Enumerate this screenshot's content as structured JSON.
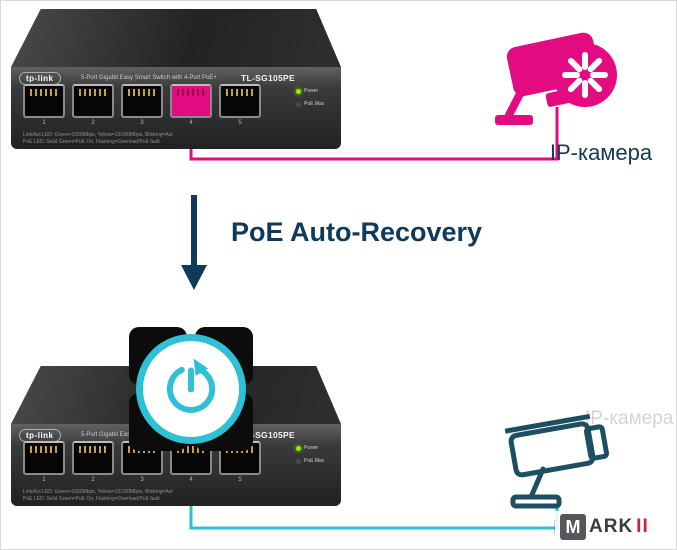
{
  "switch": {
    "brand": "tp-link",
    "title": "5-Port Gigabit Easy Smart Switch with 4-Port PoE+",
    "model": "TL-SG105PE",
    "ports": [
      "1",
      "2",
      "3",
      "4",
      "5"
    ],
    "led_power": "Power",
    "led_poe_max": "PoE Max",
    "spec_line1": "Link/Act LED: Green=1000Mbps, Yellow=10/100Mbps, Blinking=Act",
    "spec_line2": "PoE LED: Solid Green=PoE On, Flashing=Overload/PoE fault"
  },
  "labels": {
    "feature": "PoE Auto-Recovery",
    "camera_top": "IP-камера",
    "camera_bottom_ghost": "IP-камера",
    "ghost_small": "IP-камера"
  },
  "watermark": {
    "letter": "M",
    "text_dark": "ARK",
    "text_red": "II"
  },
  "colors": {
    "pink": "#e20b80",
    "cyan": "#2ec0d4",
    "navy": "#11395a",
    "teal_dark": "#1d4f63"
  }
}
